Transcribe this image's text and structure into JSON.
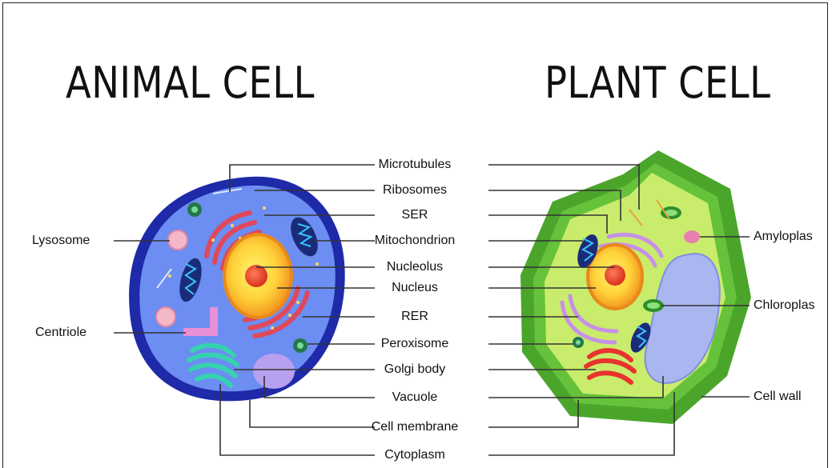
{
  "titles": {
    "animal": "ANIMAL CELL",
    "plant": "PLANT CELL"
  },
  "labels": {
    "shared": [
      "Microtubules",
      "Ribosomes",
      "SER",
      "Mitochondrion",
      "Nucleolus",
      "Nucleus",
      "RER",
      "Peroxisome",
      "Golgi body",
      "Vacuole",
      "Cell membrane",
      "Cytoplasm"
    ],
    "animal_only": [
      "Lysosome",
      "Centriole"
    ],
    "plant_only": [
      "Amyloplas",
      "Chloroplas",
      "Cell wall"
    ]
  },
  "colors": {
    "animal_membrane": "#1e2aa8",
    "animal_cytoplasm": "#6a8cf0",
    "plant_wall": "#4caa2c",
    "plant_cytoplasm": "#c8ec6a",
    "nucleus_outer": "#f2a81c",
    "nucleolus": "#e84b2e",
    "vacuole": "#9fb2ee",
    "golgi_animal": "#3ed6b4",
    "golgi_plant": "#e8332e",
    "mitochondrion": "#2a3f8f",
    "er": "#e0485a"
  }
}
